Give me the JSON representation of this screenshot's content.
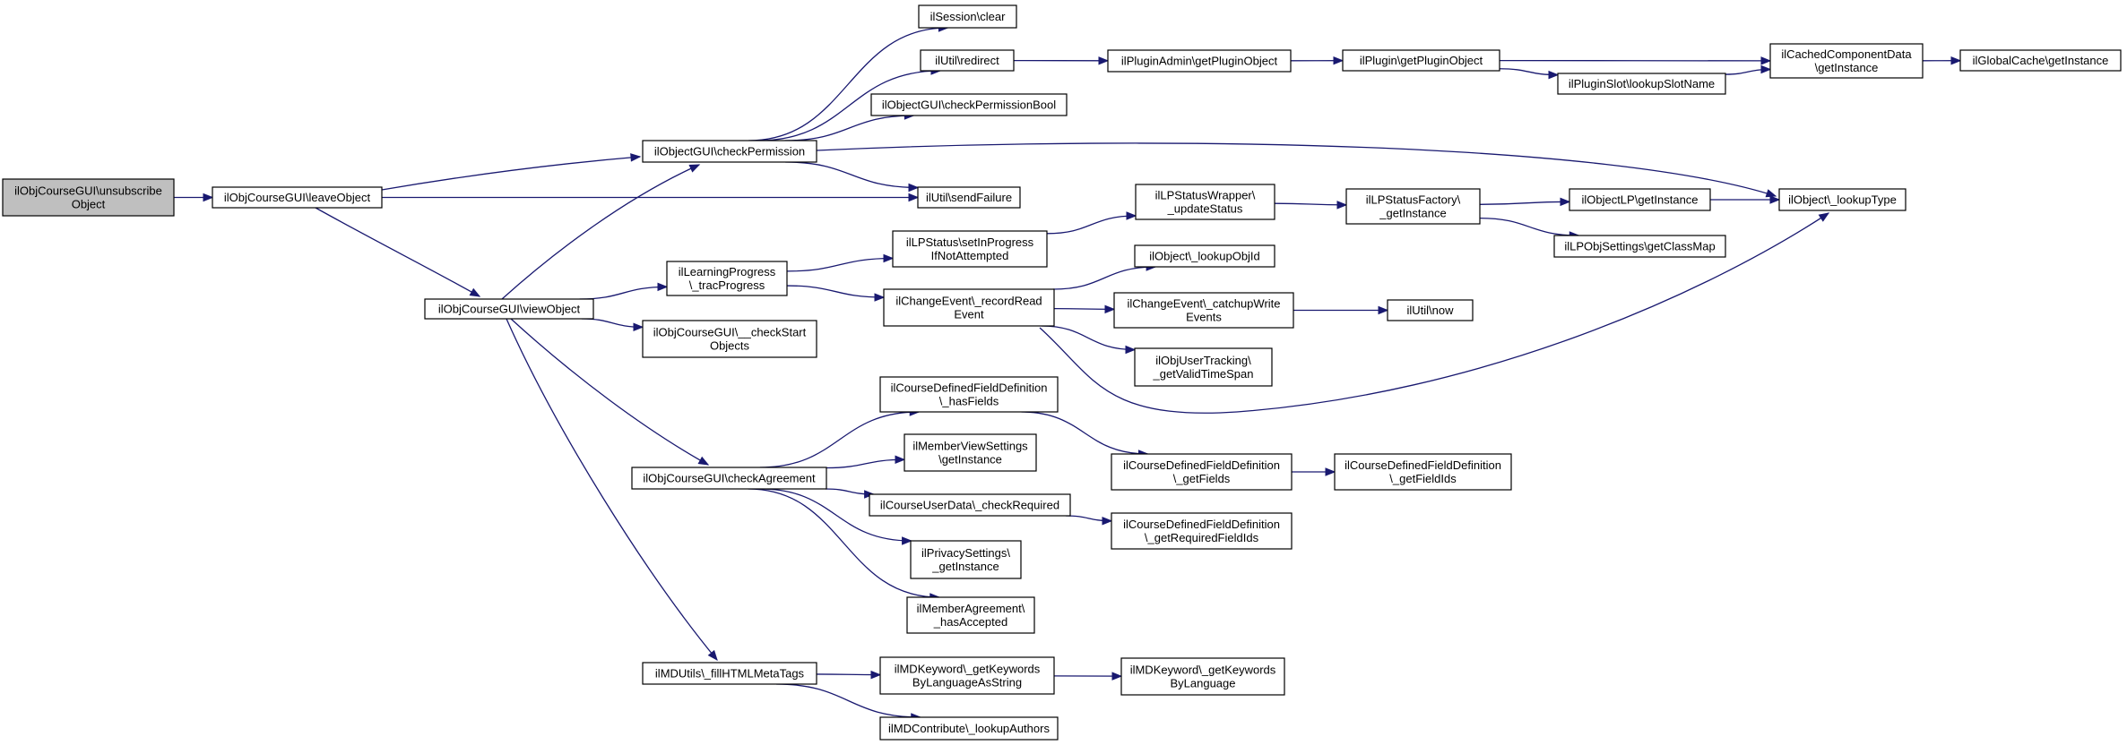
{
  "colors": {
    "edge": "#191970",
    "node_border": "#000000",
    "root_fill": "#bfbfbf",
    "node_fill": "#ffffff"
  },
  "nodes": {
    "unsubscribe": {
      "lines": [
        "ilObjCourseGUI\\unsubscribe",
        "Object"
      ],
      "root": true
    },
    "leaveObject": {
      "lines": [
        "ilObjCourseGUI\\leaveObject"
      ]
    },
    "checkPermission": {
      "lines": [
        "ilObjectGUI\\checkPermission"
      ]
    },
    "viewObject": {
      "lines": [
        "ilObjCourseGUI\\viewObject"
      ]
    },
    "sessionClear": {
      "lines": [
        "ilSession\\clear"
      ]
    },
    "utilRedirect": {
      "lines": [
        "ilUtil\\redirect"
      ]
    },
    "checkPermissionBool": {
      "lines": [
        "ilObjectGUI\\checkPermissionBool"
      ]
    },
    "sendFailure": {
      "lines": [
        "ilUtil\\sendFailure"
      ]
    },
    "lookupType": {
      "lines": [
        "ilObject\\_lookupType"
      ]
    },
    "pluginAdmin": {
      "lines": [
        "ilPluginAdmin\\getPluginObject"
      ]
    },
    "pluginGet": {
      "lines": [
        "ilPlugin\\getPluginObject"
      ]
    },
    "cachedComponent": {
      "lines": [
        "ilCachedComponentData",
        "\\getInstance"
      ]
    },
    "pluginSlot": {
      "lines": [
        "ilPluginSlot\\lookupSlotName"
      ]
    },
    "globalCache": {
      "lines": [
        "ilGlobalCache\\getInstance"
      ]
    },
    "tracProgress": {
      "lines": [
        "ilLearningProgress",
        "\\_tracProgress"
      ]
    },
    "checkStart": {
      "lines": [
        "ilObjCourseGUI\\__checkStart",
        "Objects"
      ]
    },
    "checkAgreement": {
      "lines": [
        "ilObjCourseGUI\\checkAgreement"
      ]
    },
    "fillMeta": {
      "lines": [
        "ilMDUtils\\_fillHTMLMetaTags"
      ]
    },
    "setInProgress": {
      "lines": [
        "ilLPStatus\\setInProgress",
        "IfNotAttempted"
      ]
    },
    "recordRead": {
      "lines": [
        "ilChangeEvent\\_recordRead",
        "Event"
      ]
    },
    "updateStatus": {
      "lines": [
        "ilLPStatusWrapper\\",
        "_updateStatus"
      ]
    },
    "statusFactory": {
      "lines": [
        "ilLPStatusFactory\\",
        "_getInstance"
      ]
    },
    "objectLP": {
      "lines": [
        "ilObjectLP\\getInstance"
      ]
    },
    "lpObjSettings": {
      "lines": [
        "ilLPObjSettings\\getClassMap"
      ]
    },
    "lookupObjId": {
      "lines": [
        "ilObject\\_lookupObjId"
      ]
    },
    "catchupWrite": {
      "lines": [
        "ilChangeEvent\\_catchupWrite",
        "Events"
      ]
    },
    "utilNow": {
      "lines": [
        "ilUtil\\now"
      ]
    },
    "userTracking": {
      "lines": [
        "ilObjUserTracking\\",
        "_getValidTimeSpan"
      ]
    },
    "hasFields": {
      "lines": [
        "ilCourseDefinedFieldDefinition",
        "\\_hasFields"
      ]
    },
    "memberView": {
      "lines": [
        "ilMemberViewSettings",
        "\\getInstance"
      ]
    },
    "checkRequired": {
      "lines": [
        "ilCourseUserData\\_checkRequired"
      ]
    },
    "privacy": {
      "lines": [
        "ilPrivacySettings\\",
        "_getInstance"
      ]
    },
    "hasAccepted": {
      "lines": [
        "ilMemberAgreement\\",
        "_hasAccepted"
      ]
    },
    "getFields": {
      "lines": [
        "ilCourseDefinedFieldDefinition",
        "\\_getFields"
      ]
    },
    "getFieldIds": {
      "lines": [
        "ilCourseDefinedFieldDefinition",
        "\\_getFieldIds"
      ]
    },
    "getRequiredFieldIds": {
      "lines": [
        "ilCourseDefinedFieldDefinition",
        "\\_getRequiredFieldIds"
      ]
    },
    "kwAsString": {
      "lines": [
        "ilMDKeyword\\_getKeywords",
        "ByLanguageAsString"
      ]
    },
    "kwByLang": {
      "lines": [
        "ilMDKeyword\\_getKeywords",
        "ByLanguage"
      ]
    },
    "lookupAuthors": {
      "lines": [
        "ilMDContribute\\_lookupAuthors"
      ]
    }
  },
  "edges": [
    [
      "unsubscribe",
      "leaveObject"
    ],
    [
      "leaveObject",
      "checkPermission"
    ],
    [
      "leaveObject",
      "sendFailure"
    ],
    [
      "leaveObject",
      "viewObject"
    ],
    [
      "checkPermission",
      "sessionClear"
    ],
    [
      "checkPermission",
      "utilRedirect"
    ],
    [
      "checkPermission",
      "checkPermissionBool"
    ],
    [
      "checkPermission",
      "sendFailure"
    ],
    [
      "checkPermission",
      "lookupType"
    ],
    [
      "utilRedirect",
      "pluginAdmin"
    ],
    [
      "pluginAdmin",
      "pluginGet"
    ],
    [
      "pluginGet",
      "cachedComponent"
    ],
    [
      "pluginGet",
      "pluginSlot"
    ],
    [
      "pluginSlot",
      "cachedComponent"
    ],
    [
      "cachedComponent",
      "globalCache"
    ],
    [
      "viewObject",
      "checkPermission"
    ],
    [
      "viewObject",
      "tracProgress"
    ],
    [
      "viewObject",
      "checkStart"
    ],
    [
      "viewObject",
      "checkAgreement"
    ],
    [
      "viewObject",
      "fillMeta"
    ],
    [
      "tracProgress",
      "setInProgress"
    ],
    [
      "tracProgress",
      "recordRead"
    ],
    [
      "setInProgress",
      "updateStatus"
    ],
    [
      "updateStatus",
      "statusFactory"
    ],
    [
      "statusFactory",
      "objectLP"
    ],
    [
      "statusFactory",
      "lpObjSettings"
    ],
    [
      "objectLP",
      "lookupType"
    ],
    [
      "recordRead",
      "lookupObjId"
    ],
    [
      "recordRead",
      "catchupWrite"
    ],
    [
      "recordRead",
      "userTracking"
    ],
    [
      "recordRead",
      "lookupType"
    ],
    [
      "catchupWrite",
      "utilNow"
    ],
    [
      "checkAgreement",
      "hasFields"
    ],
    [
      "checkAgreement",
      "memberView"
    ],
    [
      "checkAgreement",
      "checkRequired"
    ],
    [
      "checkAgreement",
      "privacy"
    ],
    [
      "checkAgreement",
      "hasAccepted"
    ],
    [
      "hasFields",
      "getFields"
    ],
    [
      "getFields",
      "getFieldIds"
    ],
    [
      "checkRequired",
      "getRequiredFieldIds"
    ],
    [
      "fillMeta",
      "kwAsString"
    ],
    [
      "fillMeta",
      "lookupAuthors"
    ],
    [
      "kwAsString",
      "kwByLang"
    ]
  ]
}
